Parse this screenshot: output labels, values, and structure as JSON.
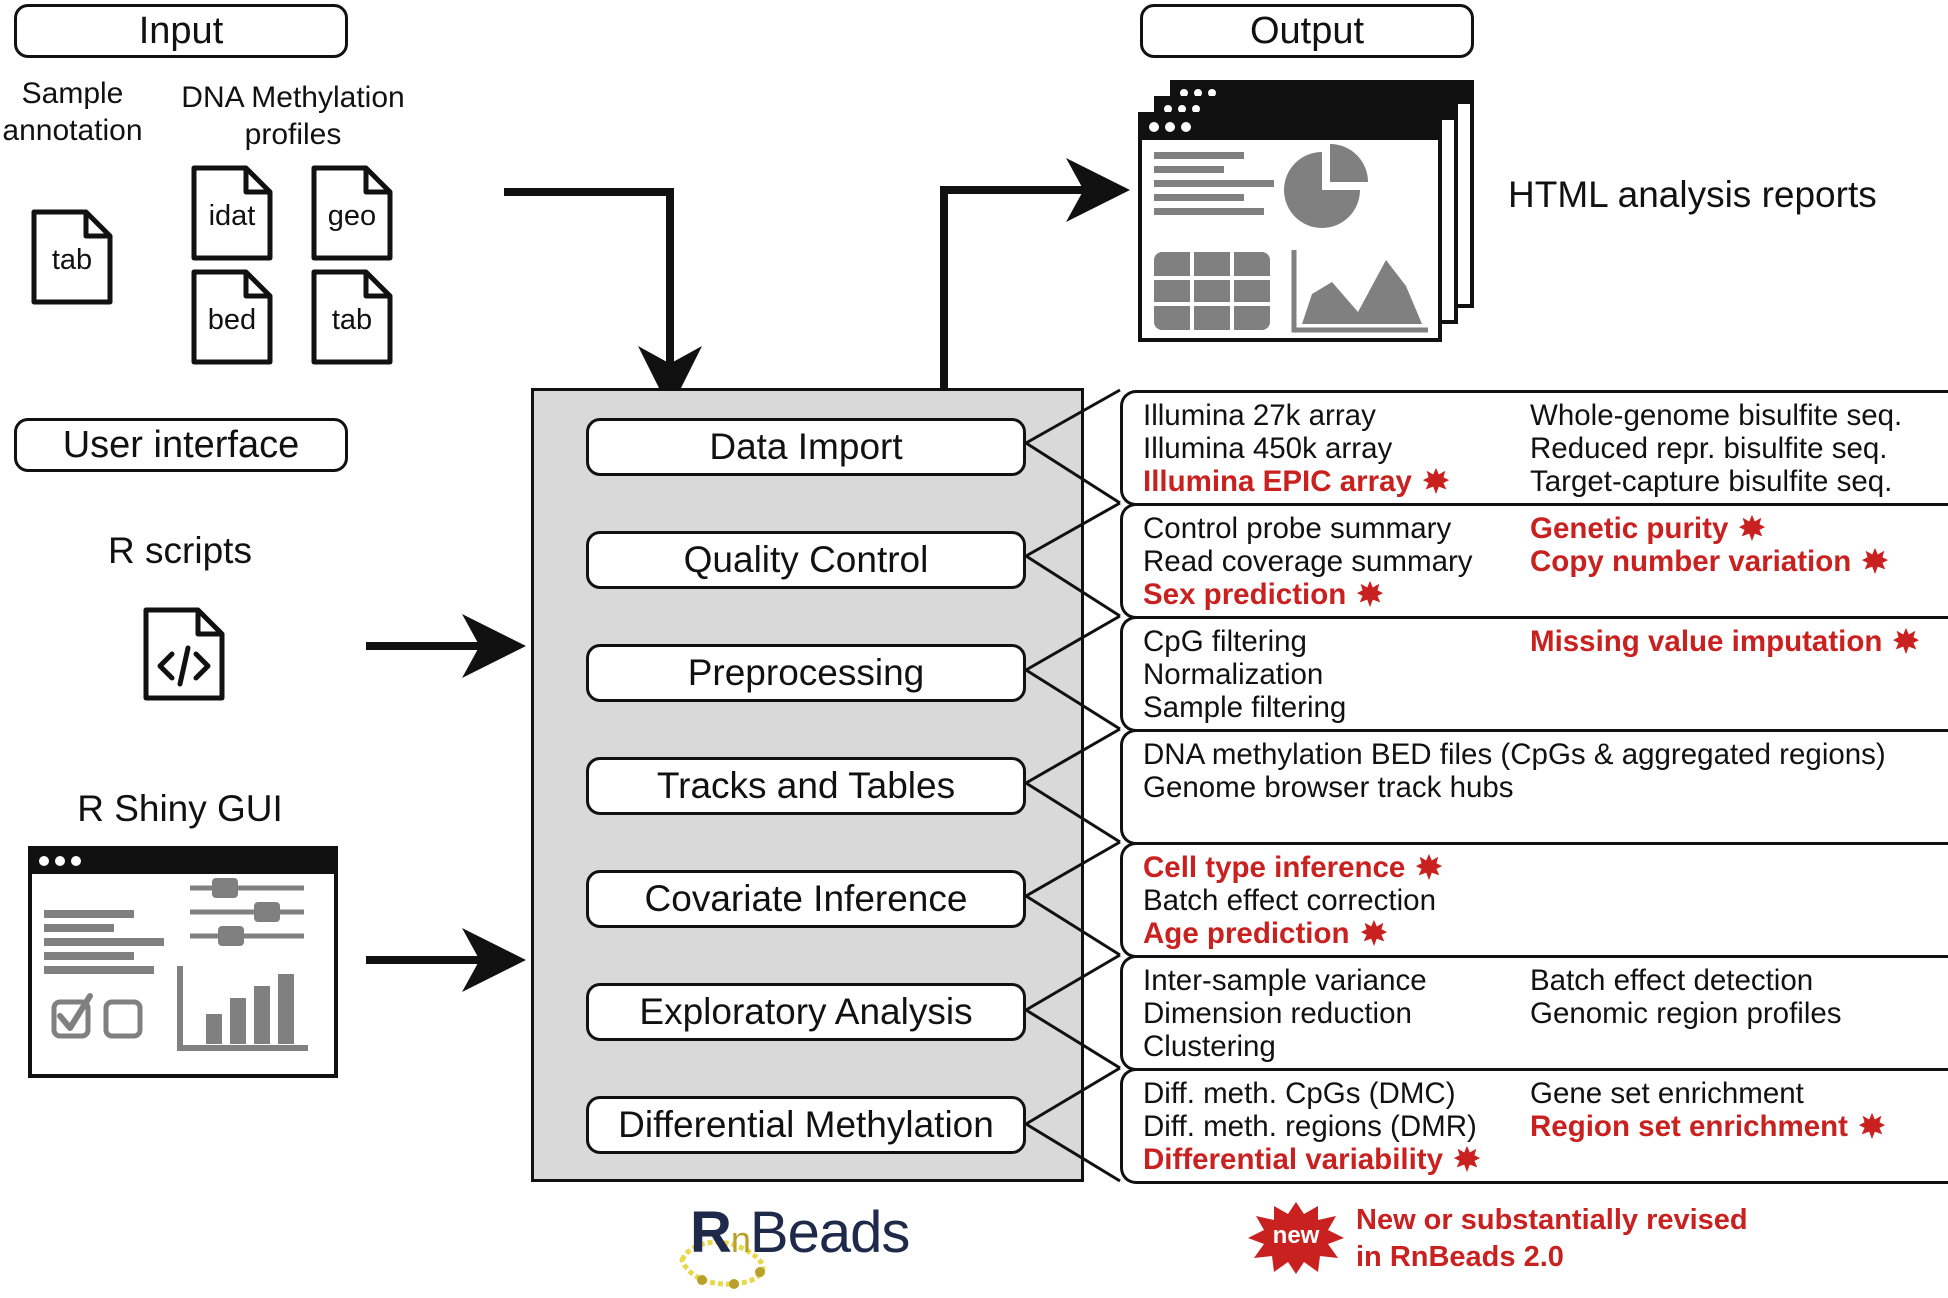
{
  "input": {
    "header": "Input",
    "sample_annotation": "Sample\nannotation",
    "dna_methylation": "DNA Methylation\nprofiles",
    "files": {
      "tab1": "tab",
      "idat": "idat",
      "geo": "geo",
      "bed": "bed",
      "tab2": "tab"
    }
  },
  "ui": {
    "header": "User interface",
    "r_scripts": "R scripts",
    "r_shiny": "R Shiny GUI"
  },
  "output": {
    "header": "Output",
    "reports": "HTML analysis reports"
  },
  "modules": [
    {
      "label": "Data Import",
      "col1": [
        {
          "text": "Illumina 27k array",
          "new": false
        },
        {
          "text": "Illumina 450k array",
          "new": false
        },
        {
          "text": "Illumina EPIC array",
          "new": true
        }
      ],
      "col2": [
        {
          "text": "Whole-genome bisulfite seq.",
          "new": false
        },
        {
          "text": "Reduced repr. bisulfite seq.",
          "new": false
        },
        {
          "text": "Target-capture bisulfite seq.",
          "new": false
        }
      ]
    },
    {
      "label": "Quality Control",
      "col1": [
        {
          "text": "Control probe summary",
          "new": false
        },
        {
          "text": "Read coverage summary",
          "new": false
        },
        {
          "text": "Sex prediction",
          "new": true
        }
      ],
      "col2": [
        {
          "text": "Genetic purity",
          "new": true
        },
        {
          "text": "Copy number variation",
          "new": true
        }
      ]
    },
    {
      "label": "Preprocessing",
      "col1": [
        {
          "text": "CpG filtering",
          "new": false
        },
        {
          "text": "Normalization",
          "new": false
        },
        {
          "text": "Sample filtering",
          "new": false
        }
      ],
      "col2": [
        {
          "text": "Missing value imputation",
          "new": true
        }
      ]
    },
    {
      "label": "Tracks and Tables",
      "col1": [
        {
          "text": "DNA methylation BED files (CpGs & aggregated regions)",
          "new": false
        },
        {
          "text": "Genome browser track hubs",
          "new": false
        }
      ],
      "col2": []
    },
    {
      "label": "Covariate Inference",
      "col1": [
        {
          "text": "Cell type inference",
          "new": true
        },
        {
          "text": "Batch effect correction",
          "new": false
        },
        {
          "text": "Age prediction",
          "new": true
        }
      ],
      "col2": []
    },
    {
      "label": "Exploratory Analysis",
      "col1": [
        {
          "text": "Inter-sample variance",
          "new": false
        },
        {
          "text": "Dimension reduction",
          "new": false
        },
        {
          "text": "Clustering",
          "new": false
        }
      ],
      "col2": [
        {
          "text": "Batch effect detection",
          "new": false
        },
        {
          "text": "Genomic region profiles",
          "new": false
        }
      ]
    },
    {
      "label": "Differential Methylation",
      "col1": [
        {
          "text": "Diff. meth. CpGs (DMC)",
          "new": false
        },
        {
          "text": "Diff. meth. regions (DMR)",
          "new": false
        },
        {
          "text": "Differential variability",
          "new": true
        }
      ],
      "col2": [
        {
          "text": "Gene set enrichment",
          "new": false
        },
        {
          "text": "Region set enrichment",
          "new": true
        }
      ]
    }
  ],
  "logo": {
    "text_r": "R",
    "text_n": "n",
    "text_beads": "Beads"
  },
  "legend": {
    "badge": "new",
    "text": "New or substantially revised\nin RnBeads 2.0"
  },
  "colors": {
    "new_red": "#c8211f",
    "panel_gray": "#d9d9d9",
    "icon_gray": "#808080",
    "logo_navy": "#1f2a4a",
    "logo_yellow": "#e8d84a"
  }
}
